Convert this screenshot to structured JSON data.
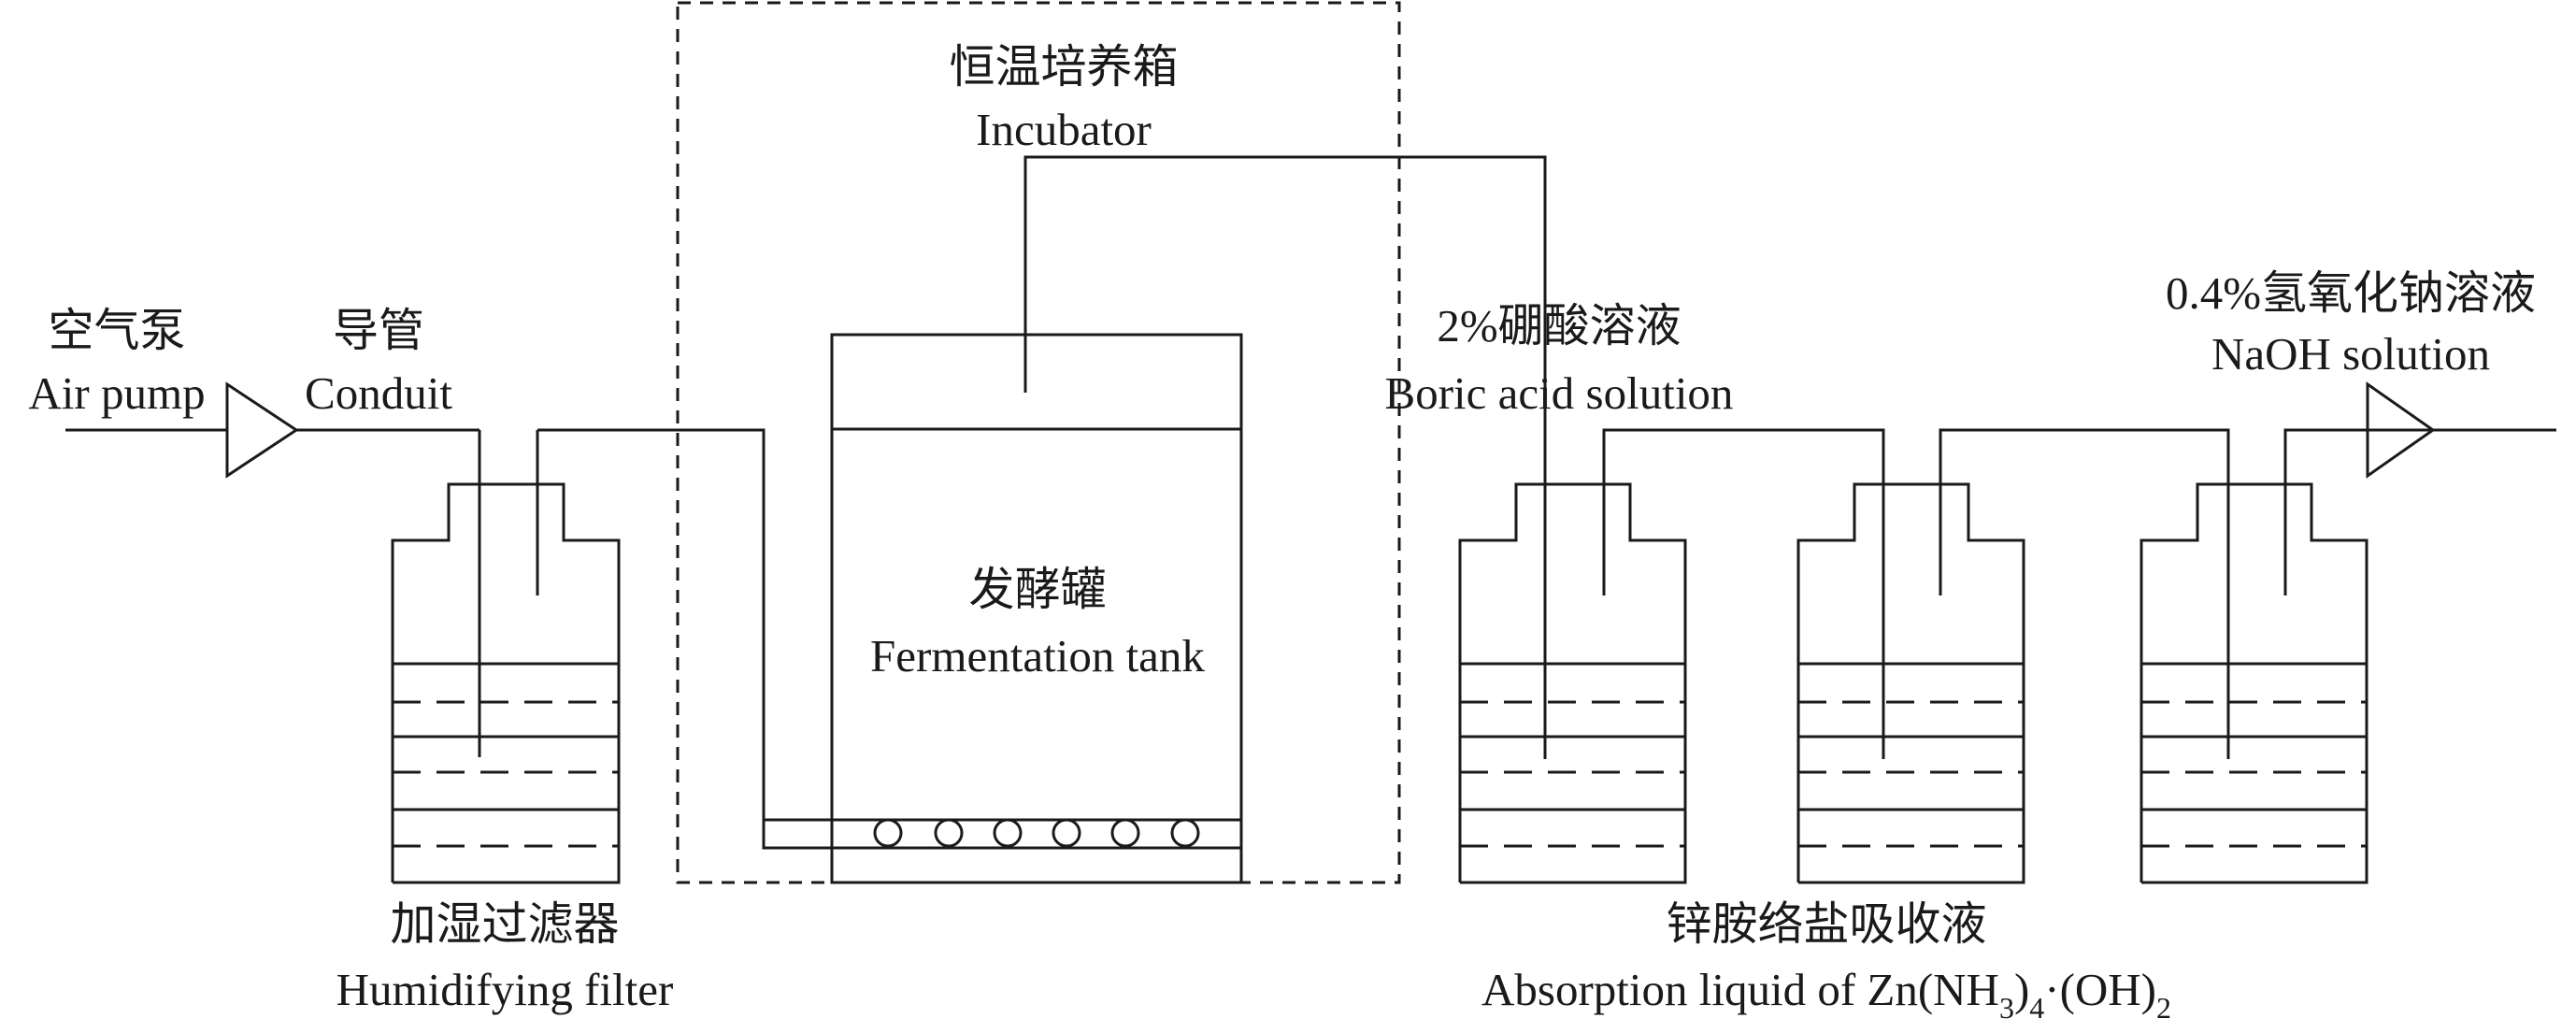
{
  "labels": {
    "air_pump_cn": "空气泵",
    "air_pump_en": "Air pump",
    "conduit_cn": "导管",
    "conduit_en": "Conduit",
    "incubator_cn": "恒温培养箱",
    "incubator_en": "Incubator",
    "fermentation_cn": "发酵罐",
    "fermentation_en": "Fermentation tank",
    "humidifier_cn": "加湿过滤器",
    "humidifier_en": "Humidifying filter",
    "boric_cn": "2%硼酸溶液",
    "boric_en": "Boric acid solution",
    "naoh_cn": "0.4%氢氧化钠溶液",
    "naoh_en": "NaOH solution",
    "absorption_cn": "锌胺络盐吸收液",
    "absorption_en_prefix": "Absorption liquid of Zn(NH",
    "absorption_sub_3": "3",
    "absorption_mid": ")",
    "absorption_sub_4": "4",
    "absorption_mid2": "·(OH)",
    "absorption_sub_2": "2"
  }
}
